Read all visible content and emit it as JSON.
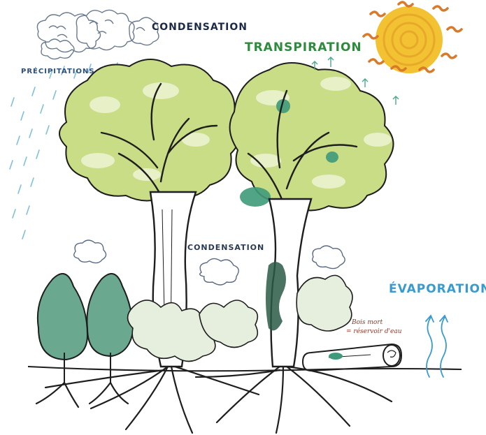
{
  "labels": {
    "condensation_top": "CONDENSATION",
    "transpiration": "TRANSPIRATION",
    "precipitations": "PRÉCIPITATIONS",
    "condensation_middle": "CONDENSATION",
    "evaporation": "ÉVAPORATION",
    "dead_wood_line1": "Bois mort",
    "dead_wood_line2": "= réservoir d'eau"
  },
  "colors": {
    "ink": "#1e1e1e",
    "foliage_light": "#b6cf6a",
    "foliage_dark": "#3f9a7a",
    "rain": "#7fc0dd",
    "sun_core": "#f2c232",
    "sun_rays": "#d9792a",
    "evaporation": "#3a9ad0",
    "transpiration": "#2e8a3c",
    "dead_wood_text": "#8a3b2a"
  },
  "icons": [
    "cloud-icon",
    "sun-icon",
    "rain-icon",
    "tree-icon",
    "root-icon",
    "log-icon",
    "evaporation-arrow-icon",
    "transpiration-arrow-icon"
  ]
}
